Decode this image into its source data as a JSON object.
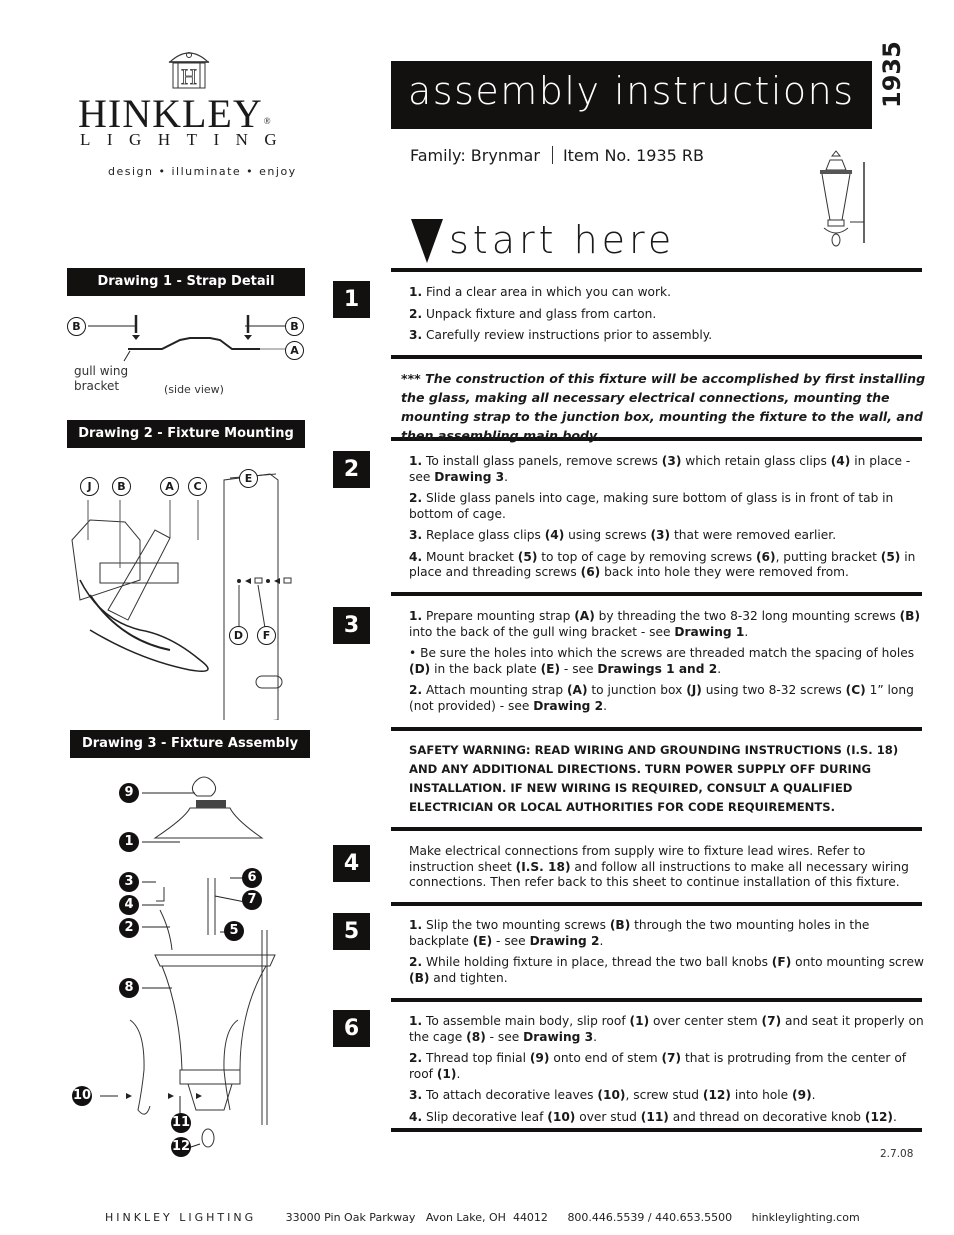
{
  "logo": {
    "wordmark": "HINKLEY",
    "registered": "®",
    "subline": "LIGHTING",
    "tagline": "design • illuminate • enjoy"
  },
  "header": {
    "title": "assembly instructions",
    "item_vertical": "1935",
    "family_label": "Family: Brynmar",
    "item_label": "Item No. 1935 RB",
    "start_here": "start here"
  },
  "steps": [
    {
      "badge": "1"
    },
    {
      "badge": "2"
    },
    {
      "badge": "3"
    },
    {
      "badge": "4"
    },
    {
      "badge": "5"
    },
    {
      "badge": "6"
    }
  ],
  "step1": {
    "items": [
      {
        "n": "1.",
        "text": " Find a clear area in which you can work."
      },
      {
        "n": "2.",
        "text": " Unpack fixture and glass from carton."
      },
      {
        "n": "3.",
        "text": " Carefully review instructions prior to assembly."
      }
    ]
  },
  "note": "*** The construction of this fixture will be accomplished by first installing the glass, making all necessary electrical connections, mounting the mounting strap to the junction box, mounting the fixture to the wall, and then assembling main body.",
  "step2": {
    "p1": {
      "n": "1.",
      "a": " To install glass panels, remove screws ",
      "b1": "(3)",
      "c": " which retain glass clips ",
      "b2": "(4)",
      "d": " in place - see ",
      "b3": "Drawing 3",
      "e": "."
    },
    "p2": {
      "n": "2.",
      "a": " Slide glass panels into cage, making sure bottom of glass is in front of tab in bottom of cage."
    },
    "p3": {
      "n": "3.",
      "a": " Replace glass clips ",
      "b1": "(4)",
      "c": " using screws ",
      "b2": "(3)",
      "d": " that were removed earlier."
    },
    "p4": {
      "n": "4.",
      "a": " Mount bracket ",
      "b1": "(5)",
      "c": " to top of cage by removing screws ",
      "b2": "(6)",
      "d": ", putting bracket ",
      "b3": "(5)",
      "e": " in place and threading screws ",
      "b4": "(6)",
      "f": " back into hole they were removed from."
    }
  },
  "step3": {
    "p1": {
      "n": "1.",
      "a": " Prepare mounting strap ",
      "b1": "(A)",
      "c": " by threading the two 8-32 long mounting screws ",
      "b2": "(B)",
      "d": " into the back of the gull wing bracket - see ",
      "b3": "Drawing 1",
      "e": "."
    },
    "p2": {
      "n": "•",
      "a": " Be sure the holes into which the screws are threaded match the spacing of holes ",
      "b1": "(D)",
      "c": " in the back plate ",
      "b2": "(E)",
      "d": " - see ",
      "b3": "Drawings 1 and 2",
      "e": "."
    },
    "p3": {
      "n": "2.",
      "a": " Attach mounting strap ",
      "b1": "(A)",
      "c": " to junction box ",
      "b2": "(J)",
      "d": " using two 8-32 screws ",
      "b3": "(C)",
      "e": " 1” long (not provided) - see ",
      "b4": "Drawing 2",
      "f": "."
    }
  },
  "warning": "SAFETY WARNING: READ WIRING AND GROUNDING INSTRUCTIONS (I.S. 18) AND ANY ADDITIONAL DIRECTIONS. TURN POWER SUPPLY OFF DURING INSTALLATION. IF NEW WIRING IS REQUIRED, CONSULT A QUALIFIED ELECTRICIAN OR LOCAL AUTHORITIES FOR CODE REQUIREMENTS.",
  "step4": {
    "a": "Make electrical connections from supply wire to fixture lead wires. Refer to instruction sheet ",
    "b1": "(I.S. 18)",
    "c": " and follow all instructions to make all necessary wiring connections. Then refer back to this sheet to continue installation of this fixture."
  },
  "step5": {
    "p1": {
      "n": "1.",
      "a": " Slip the two mounting screws ",
      "b1": "(B)",
      "c": " through the two mounting holes in the backplate ",
      "b2": "(E)",
      "d": " - see ",
      "b3": "Drawing 2",
      "e": "."
    },
    "p2": {
      "n": "2.",
      "a": " While holding fixture in place, thread the two ball knobs ",
      "b1": "(F)",
      "c": " onto mounting screw ",
      "b2": "(B)",
      "d": " and tighten."
    }
  },
  "step6": {
    "p1": {
      "n": "1.",
      "a": " To assemble main body, slip roof ",
      "b1": "(1)",
      "c": " over center stem ",
      "b2": "(7)",
      "d": " and seat it properly on the cage ",
      "b3": "(8)",
      "e": " - see ",
      "b4": "Drawing 3",
      "f": "."
    },
    "p2": {
      "n": "2.",
      "a": " Thread top finial ",
      "b1": "(9)",
      "c": " onto end of stem ",
      "b2": "(7)",
      "d": " that is protruding from the center of roof ",
      "b3": "(1)",
      "e": "."
    },
    "p3": {
      "n": "3.",
      "a": " To attach decorative leaves ",
      "b1": "(10)",
      "c": ", screw stud ",
      "b2": "(12)",
      "d": " into hole ",
      "b3": "(9)",
      "e": "."
    },
    "p4": {
      "n": "4.",
      "a": " Slip decorative leaf ",
      "b1": "(10)",
      "c": " over stud ",
      "b2": "(11)",
      "d": " and thread on decorative knob ",
      "b3": "(12)",
      "e": "."
    }
  },
  "drawings": {
    "d1": {
      "title": "Drawing 1 - Strap Detail",
      "label_gull": "gull wing",
      "label_bracket": "bracket",
      "side_view": "(side view)",
      "callouts": [
        "B",
        "B",
        "A"
      ]
    },
    "d2": {
      "title": "Drawing 2 - Fixture Mounting",
      "callouts": [
        "J",
        "B",
        "A",
        "C",
        "E",
        "D",
        "F"
      ]
    },
    "d3": {
      "title": "Drawing 3 - Fixture Assembly",
      "callouts": [
        "9",
        "1",
        "3",
        "4",
        "2",
        "6",
        "7",
        "5",
        "8",
        "10",
        "11",
        "12"
      ]
    }
  },
  "date": "2.7.08",
  "footer": {
    "brand": "HINKLEY LIGHTING",
    "address": "33000 Pin Oak Parkway   Avon Lake, OH  44012",
    "phone": "800.446.5539 / 440.653.5500",
    "website": "hinkleylighting.com"
  }
}
